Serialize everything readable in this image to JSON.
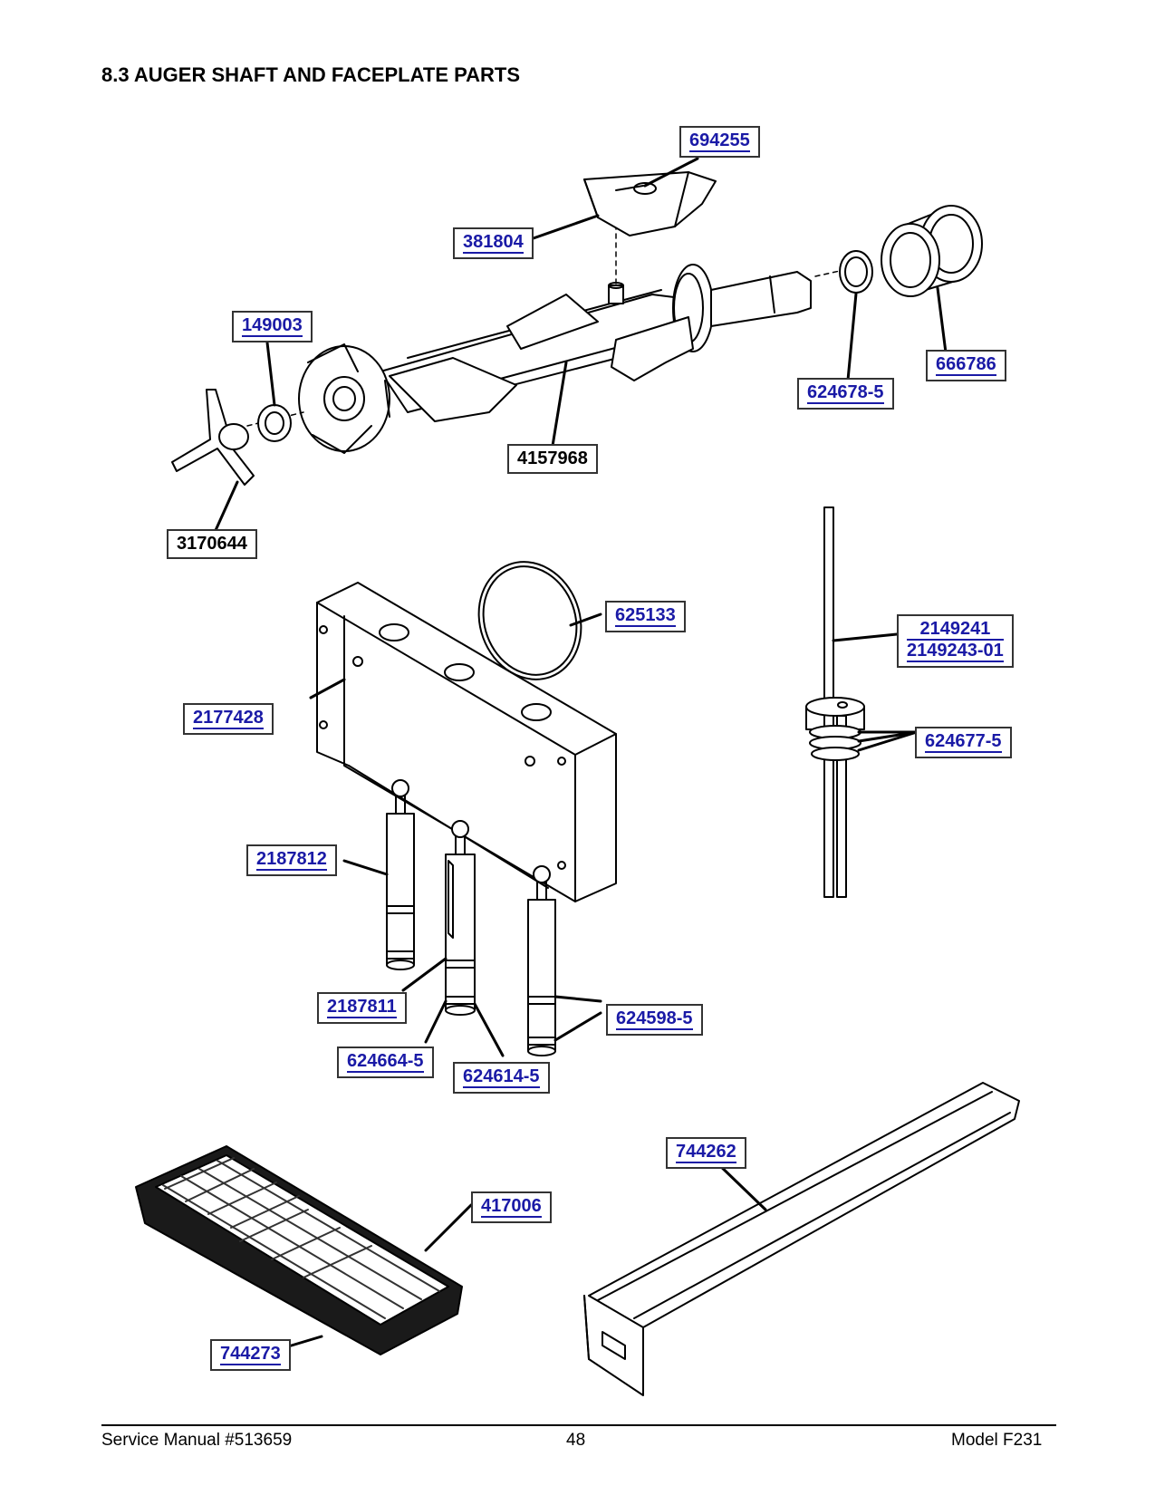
{
  "page": {
    "title": "8.3 AUGER SHAFT AND FACEPLATE PARTS",
    "footer_left": "Service Manual #513659",
    "footer_center": "48",
    "footer_right": "Model F231"
  },
  "parts": {
    "p694255": "694255",
    "p381804": "381804",
    "p149003": "149003",
    "p666786": "666786",
    "p624678_5": "624678-5",
    "p4157968": "4157968",
    "p3170644": "3170644",
    "p625133": "625133",
    "p2149241": "2149241",
    "p2149243_01": "2149243-01",
    "p2177428": "2177428",
    "p624677_5": "624677-5",
    "p2187812": "2187812",
    "p2187811": "2187811",
    "p624598_5": "624598-5",
    "p624664_5": "624664-5",
    "p624614_5": "624614-5",
    "p744262": "744262",
    "p417006": "417006",
    "p744273": "744273"
  },
  "colors": {
    "link": "#1a1aa6",
    "line": "#000000"
  }
}
